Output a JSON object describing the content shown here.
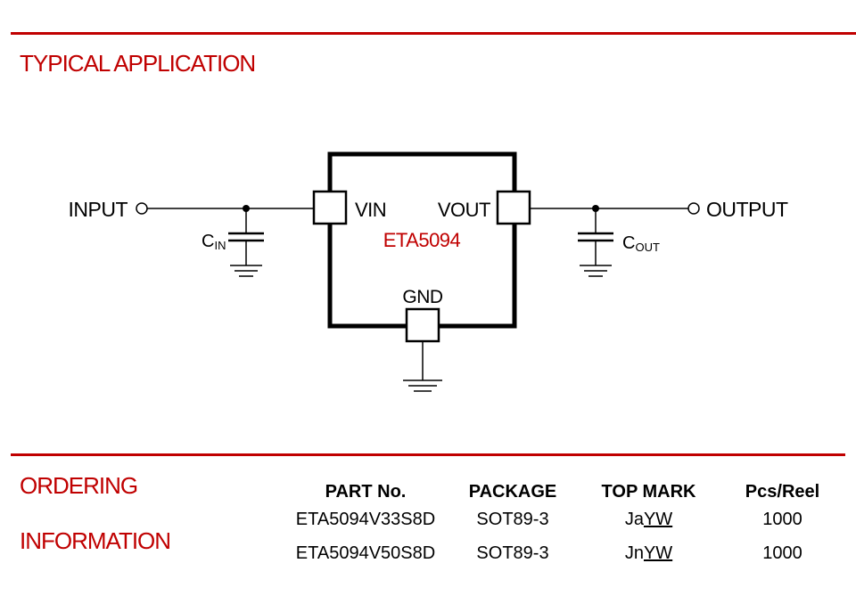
{
  "typical_application": {
    "title": "TYPICAL APPLICATION"
  },
  "schematic": {
    "input_label": "INPUT",
    "output_label": "OUTPUT",
    "cin_label": "C",
    "cin_sub": "IN",
    "cout_label": "C",
    "cout_sub": "OUT",
    "pin_vin": "VIN",
    "pin_vout": "VOUT",
    "pin_gnd": "GND",
    "chip_name": "ETA5094",
    "chip_name_color": "#c00000",
    "accent_color": "#c00000"
  },
  "ordering": {
    "title_line1": "ORDERING",
    "title_line2": "INFORMATION",
    "headers": [
      "PART No.",
      "PACKAGE",
      "TOP MARK",
      "Pcs/Reel"
    ],
    "rows": [
      {
        "part": "ETA5094V33S8D",
        "package": "SOT89-3",
        "mark_prefix": "Ja",
        "mark_suffix": "YW",
        "pcs": "1000"
      },
      {
        "part": "ETA5094V50S8D",
        "package": "SOT89-3",
        "mark_prefix": "Jn",
        "mark_suffix": "YW",
        "pcs": "1000"
      }
    ]
  }
}
